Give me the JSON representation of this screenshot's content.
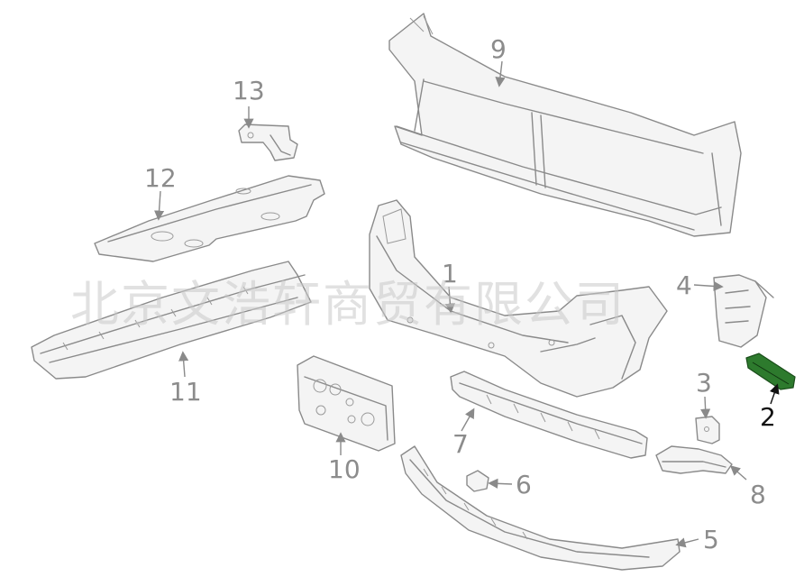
{
  "watermark": "北京文浩轩商贸有限公司",
  "callouts": {
    "p1": "1",
    "p2": "2",
    "p3": "3",
    "p4": "4",
    "p5": "5",
    "p6": "6",
    "p7": "7",
    "p8": "8",
    "p9": "9",
    "p10": "10",
    "p11": "11",
    "p12": "12",
    "p13": "13"
  },
  "colors": {
    "highlight_part": "#2d7a2d",
    "line": "#8a8a8a",
    "highlight_label": "#111111"
  }
}
